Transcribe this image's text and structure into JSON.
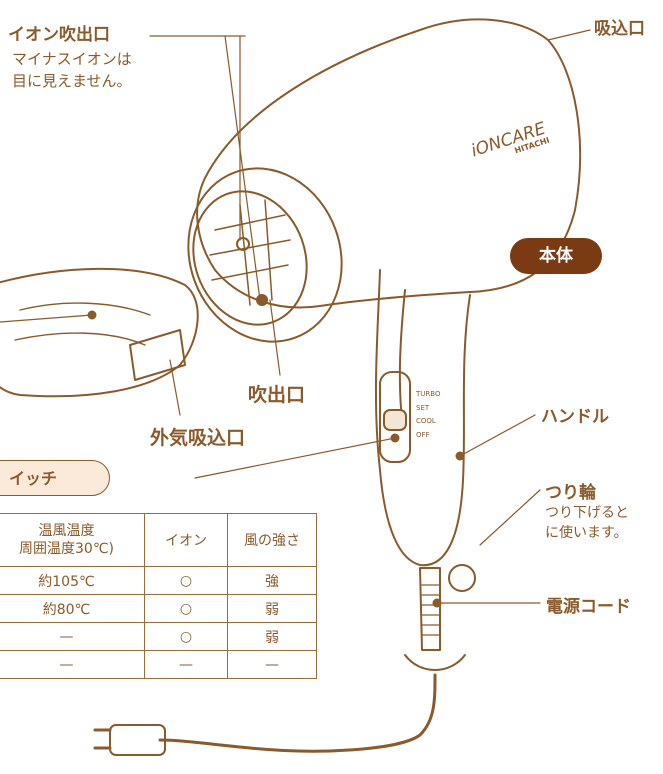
{
  "labels": {
    "ion_outlet": "イオン吹出口",
    "ion_note_1": "マイナスイオンは",
    "ion_note_2": "目に見えません。",
    "intake": "吸込口",
    "body": "本体",
    "outlet": "吹出口",
    "outer_intake": "外気吸込口",
    "handle": "ハンドル",
    "hang_ring": "つり輪",
    "hang_note_1": "つり下げると",
    "hang_note_2": "に使います。",
    "power_cord": "電源コード",
    "switch_tab": "イッチ"
  },
  "brand": {
    "name": "iONCARE",
    "maker": "HITACHI"
  },
  "switch_positions": [
    "TURBO",
    "SET",
    "COOL",
    "OFF"
  ],
  "table": {
    "headers": {
      "temp_1": "温風温度",
      "temp_2": "周囲温度30℃)",
      "ion": "イオン",
      "strength": "風の強さ"
    },
    "rows": [
      {
        "temp": "約105℃",
        "ion": "○",
        "strength": "強"
      },
      {
        "temp": "約80℃",
        "ion": "○",
        "strength": "弱"
      },
      {
        "temp": "—",
        "ion": "○",
        "strength": "弱"
      },
      {
        "temp": "—",
        "ion": "—",
        "strength": "—"
      }
    ]
  },
  "colors": {
    "line": "#8a5a2b",
    "pill": "#7a3a12",
    "tab_fill": "#fbe9d9"
  }
}
